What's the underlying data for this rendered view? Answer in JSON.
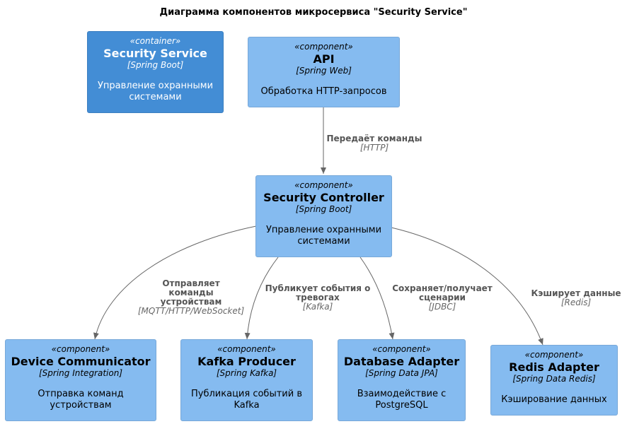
{
  "title": "Диаграмма компонентов микросервиса \"Security Service\"",
  "colors": {
    "container": "#438dd5",
    "component": "#85bbf0",
    "edge": "#666666"
  },
  "nodes": {
    "security_service": {
      "stereotype": "«container»",
      "name": "Security Service",
      "tech": "[Spring Boot]",
      "desc": "Управление охранными системами"
    },
    "api": {
      "stereotype": "«component»",
      "name": "API",
      "tech": "[Spring Web]",
      "desc": "Обработка HTTP-запросов"
    },
    "controller": {
      "stereotype": "«component»",
      "name": "Security Controller",
      "tech": "[Spring Boot]",
      "desc": "Управление охранными системами"
    },
    "device": {
      "stereotype": "«component»",
      "name": "Device Communicator",
      "tech": "[Spring Integration]",
      "desc": "Отправка команд устройствам"
    },
    "kafka": {
      "stereotype": "«component»",
      "name": "Kafka Producer",
      "tech": "[Spring Kafka]",
      "desc": "Публикация событий в Kafka"
    },
    "db": {
      "stereotype": "«component»",
      "name": "Database Adapter",
      "tech": "[Spring Data JPA]",
      "desc": "Взаимодействие с PostgreSQL"
    },
    "redis": {
      "stereotype": "«component»",
      "name": "Redis Adapter",
      "tech": "[Spring Data Redis]",
      "desc": "Кэширование данных"
    }
  },
  "edges": {
    "api_controller": {
      "label": "Передаёт команды",
      "tech": "[HTTP]"
    },
    "controller_device": {
      "label": "Отправляет команды устройствам",
      "tech": "[MQTT/HTTP/WebSocket]"
    },
    "controller_kafka": {
      "label": "Публикует события о тревогах",
      "tech": "[Kafka]"
    },
    "controller_db": {
      "label": "Сохраняет/получает сценарии",
      "tech": "[JDBC]"
    },
    "controller_redis": {
      "label": "Кэширует данные",
      "tech": "[Redis]"
    }
  }
}
